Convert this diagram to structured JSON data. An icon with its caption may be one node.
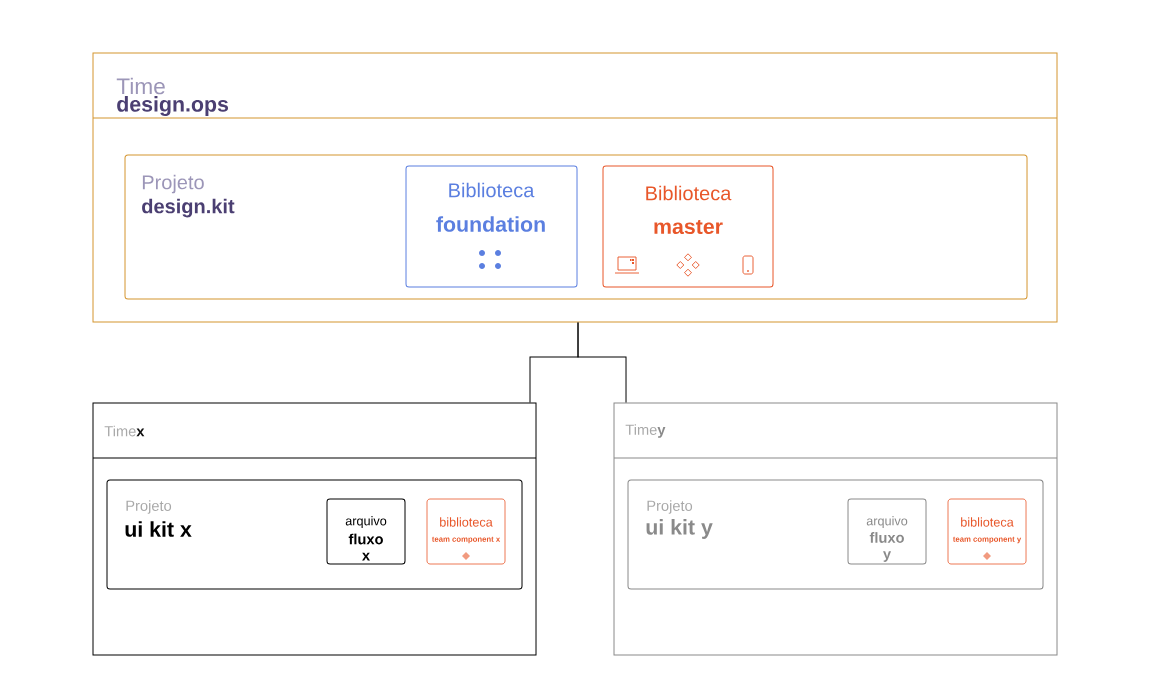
{
  "diagram": {
    "nodes": [
      {
        "text": [
          "Time",
          "design.ops"
        ]
      },
      {
        "text": [
          "Projeto",
          "design.kit"
        ],
        "in": 0
      },
      {
        "text": [
          "Biblioteca",
          "foundation"
        ],
        "in": 1
      },
      {
        "text": [
          "Biblioteca",
          "master"
        ],
        "in": 1
      },
      {
        "text": [
          "Time**x**"
        ]
      },
      {
        "text": [
          "Projeto",
          "ui kit x"
        ],
        "in": 4
      },
      {
        "text": [
          "arquivo",
          "fluxo x"
        ],
        "in": 5
      },
      {
        "text": [
          "biblioteca",
          "team component x"
        ],
        "in": 5
      },
      {
        "text": [
          "Time**y**"
        ]
      },
      {
        "text": [
          "Projeto",
          "ui kit y"
        ],
        "in": 8
      },
      {
        "text": [
          "arquivo",
          "fluxo y"
        ],
        "in": 9
      },
      {
        "text": [
          "biblioteca",
          "team component y"
        ],
        "in": 9
      }
    ],
    "edges": [
      {
        "from": 0,
        "to": 4,
        "arrow": "none"
      },
      {
        "from": 0,
        "to": 8,
        "arrow": "none"
      }
    ]
  }
}
